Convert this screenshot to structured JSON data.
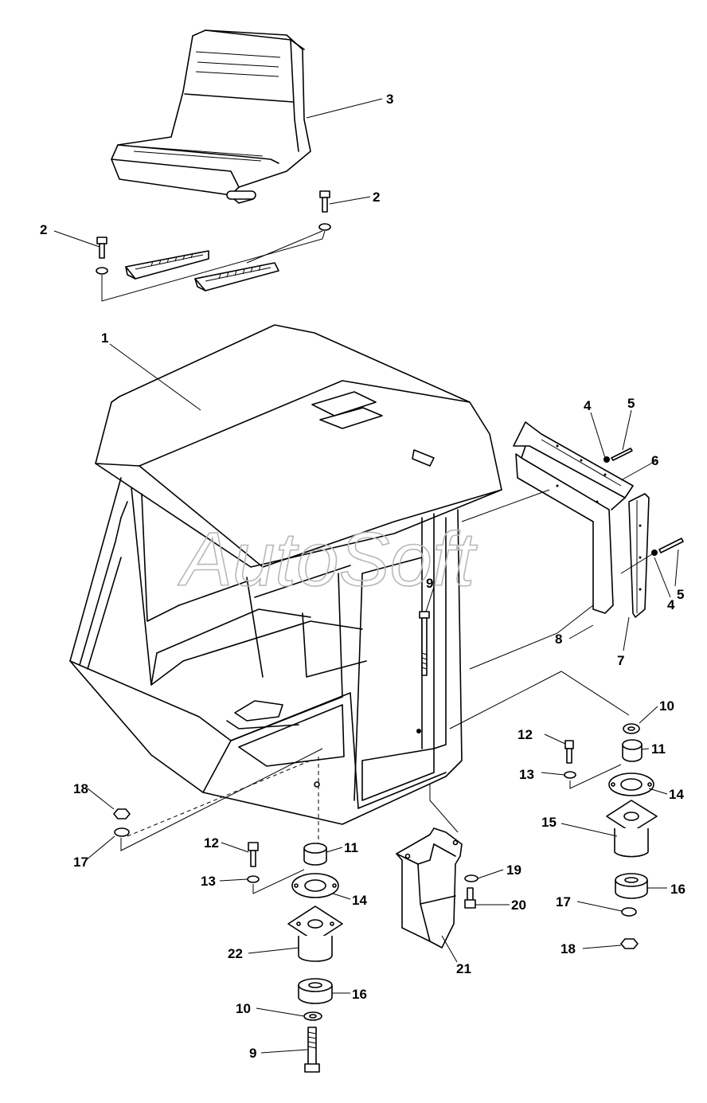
{
  "watermark": "AutoSoft",
  "callouts": [
    {
      "id": "c1",
      "label": "1"
    },
    {
      "id": "c2a",
      "label": "2"
    },
    {
      "id": "c2b",
      "label": "2"
    },
    {
      "id": "c3",
      "label": "3"
    },
    {
      "id": "c4a",
      "label": "4"
    },
    {
      "id": "c4b",
      "label": "4"
    },
    {
      "id": "c5a",
      "label": "5"
    },
    {
      "id": "c5b",
      "label": "5"
    },
    {
      "id": "c6",
      "label": "6"
    },
    {
      "id": "c7",
      "label": "7"
    },
    {
      "id": "c8",
      "label": "8"
    },
    {
      "id": "c9a",
      "label": "9"
    },
    {
      "id": "c9b",
      "label": "9"
    },
    {
      "id": "c10a",
      "label": "10"
    },
    {
      "id": "c10b",
      "label": "10"
    },
    {
      "id": "c11a",
      "label": "11"
    },
    {
      "id": "c11b",
      "label": "11"
    },
    {
      "id": "c12a",
      "label": "12"
    },
    {
      "id": "c12b",
      "label": "12"
    },
    {
      "id": "c13a",
      "label": "13"
    },
    {
      "id": "c13b",
      "label": "13"
    },
    {
      "id": "c14a",
      "label": "14"
    },
    {
      "id": "c14b",
      "label": "14"
    },
    {
      "id": "c15",
      "label": "15"
    },
    {
      "id": "c16a",
      "label": "16"
    },
    {
      "id": "c16b",
      "label": "16"
    },
    {
      "id": "c17a",
      "label": "17"
    },
    {
      "id": "c17b",
      "label": "17"
    },
    {
      "id": "c18a",
      "label": "18"
    },
    {
      "id": "c18b",
      "label": "18"
    },
    {
      "id": "c19",
      "label": "19"
    },
    {
      "id": "c20",
      "label": "20"
    },
    {
      "id": "c21",
      "label": "21"
    },
    {
      "id": "c22",
      "label": "22"
    }
  ]
}
